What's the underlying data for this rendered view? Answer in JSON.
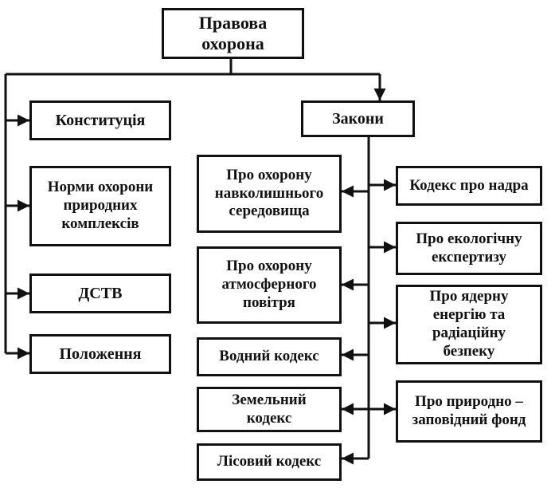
{
  "diagram": {
    "root": "Правова\nохорона",
    "left_items": [
      "Конституція",
      "Норми охорони\nприродних\nкомплексів",
      "ДСТВ",
      "Положення"
    ],
    "laws": "Закони",
    "laws_left": [
      "Про охорону\nнавколишнього\nсередовища",
      "Про охорону\nатмосферного\nповітря",
      "Водний кодекс",
      "Земельний\nкодекс",
      "Лісовий кодекс"
    ],
    "laws_right": [
      "Кодекс про надра",
      "Про екологічну\nекспертизу",
      "Про ядерну\nенергію та\nрадіаційну\nбезпеку",
      "Про природно –\nзаповідний фонд"
    ],
    "line_color": "#111111"
  }
}
